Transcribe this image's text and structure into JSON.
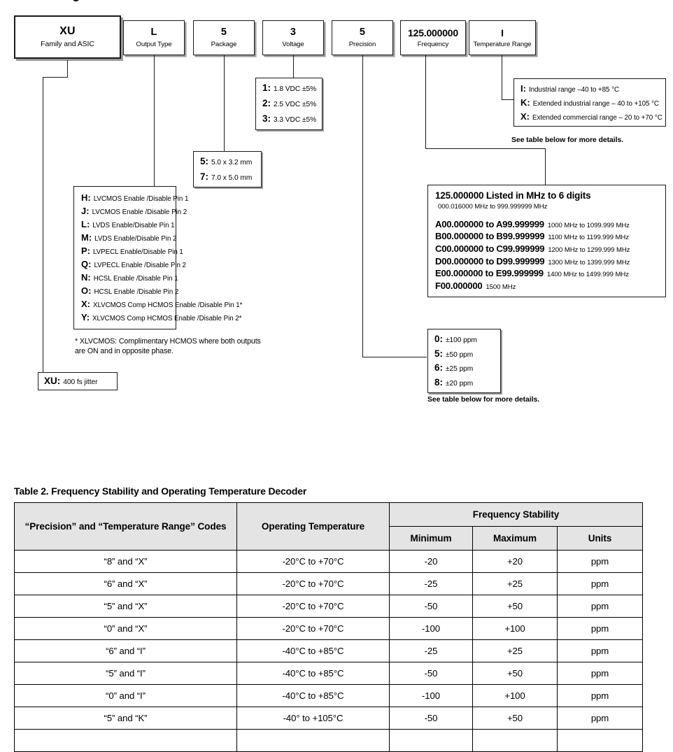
{
  "part_number_boxes": [
    {
      "code": "XU",
      "caption": "Family and ASIC"
    },
    {
      "code": "L",
      "caption": "Output Type"
    },
    {
      "code": "5",
      "caption": "Package"
    },
    {
      "code": "3",
      "caption": "Voltage"
    },
    {
      "code": "5",
      "caption": "Precision"
    },
    {
      "code": "125.000000",
      "caption": "Frequency"
    },
    {
      "code": "I",
      "caption": "Temperature Range"
    }
  ],
  "output_type": {
    "rows": [
      {
        "key": "H:",
        "value": "LVCMOS Enable /Disable Pin 1"
      },
      {
        "key": "J:",
        "value": "LVCMOS Enable /Disable Pin 2"
      },
      {
        "key": "L:",
        "value": "LVDS Enable/Disable Pin 1"
      },
      {
        "key": "M:",
        "value": "LVDS Enable/Disable Pin 2"
      },
      {
        "key": "P:",
        "value": "LVPECL Enable/Disable Pin 1"
      },
      {
        "key": "Q:",
        "value": "LVPECL Enable /Disable Pin 2"
      },
      {
        "key": "N:",
        "value": "HCSL Enable /Disable Pin 1"
      },
      {
        "key": "O:",
        "value": "HCSL Enable /Disable Pin 2"
      },
      {
        "key": "X:",
        "value": "XLVCMOS Comp HCMOS Enable /Disable Pin 1*"
      },
      {
        "key": "Y:",
        "value": "XLVCMOS Comp HCMOS Enable /Disable Pin 2*"
      }
    ],
    "footnote_line1": "* XLVCMOS: Complimentary HCMOS where both outputs",
    "footnote_line2": "are ON and in opposite phase."
  },
  "package": {
    "rows": [
      {
        "key": "5:",
        "value": "5.0 x 3.2 mm"
      },
      {
        "key": "7:",
        "value": "7.0 x 5.0 mm"
      }
    ]
  },
  "voltage": {
    "rows": [
      {
        "key": "1:",
        "value": "1.8 VDC ±5%"
      },
      {
        "key": "2:",
        "value": "2.5 VDC ±5%"
      },
      {
        "key": "3:",
        "value": "3.3 VDC ±5%"
      }
    ]
  },
  "precision": {
    "rows": [
      {
        "key": "0:",
        "value": "±100 ppm"
      },
      {
        "key": "5:",
        "value": "±50 ppm"
      },
      {
        "key": "6:",
        "value": "±25 ppm"
      },
      {
        "key": "8:",
        "value": "±20 ppm"
      }
    ],
    "see_note": "See table below for more details."
  },
  "temperature_range": {
    "rows": [
      {
        "key": "I:",
        "value": "Industrial range –40 to +85 °C"
      },
      {
        "key": "K:",
        "value": "Extended industrial range – 40 to +105 °C"
      },
      {
        "key": "X:",
        "value": "Extended commercial range – 20 to +70 °C"
      }
    ],
    "see_note": "See table below for more details."
  },
  "frequency": {
    "title": "125.000000 Listed in MHz to 6 digits",
    "subtitle": "000.016000 MHz to 999.999999 MHz",
    "rows": [
      {
        "range": "A00.000000 to A99.999999",
        "mhz": "1000 MHz to 1099.999 MHz"
      },
      {
        "range": "B00.000000 to B99.999999",
        "mhz": "1100 MHz to 1199.999 MHz"
      },
      {
        "range": "C00.000000 to C99.999999",
        "mhz": "1200 MHz to 1299.999 MHz"
      },
      {
        "range": "D00.000000 to D99.999999",
        "mhz": "1300 MHz to 1399.999 MHz"
      },
      {
        "range": "E00.000000 to E99.999999",
        "mhz": "1400 MHz to 1499.999 MHz"
      },
      {
        "range": "F00.000000",
        "mhz": "1500 MHz"
      }
    ]
  },
  "family": {
    "rows": [
      {
        "key": "XU:",
        "value": "400 fs jitter"
      }
    ]
  },
  "table": {
    "title": "Table 2.  Frequency Stability and Operating Temperature Decoder",
    "group_header": "Frequency Stability",
    "headers": {
      "codes": "“Precision” and “Temperature Range” Codes",
      "operating_temperature": "Operating Temperature",
      "minimum": "Minimum",
      "maximum": "Maximum",
      "units": "Units"
    },
    "rows": [
      {
        "codes": "“8” and “X”",
        "temp": "-20°C to +70°C",
        "min": "-20",
        "max": "+20",
        "units": "ppm"
      },
      {
        "codes": "“6” and “X”",
        "temp": "-20°C to +70°C",
        "min": "-25",
        "max": "+25",
        "units": "ppm"
      },
      {
        "codes": "“5” and “X”",
        "temp": "-20°C to +70°C",
        "min": "-50",
        "max": "+50",
        "units": "ppm"
      },
      {
        "codes": "“0” and “X”",
        "temp": "-20°C to +70°C",
        "min": "-100",
        "max": "+100",
        "units": "ppm"
      },
      {
        "codes": "“6” and “I”",
        "temp": "-40°C to +85°C",
        "min": "-25",
        "max": "+25",
        "units": "ppm"
      },
      {
        "codes": "“5” and “I”",
        "temp": "-40°C to +85°C",
        "min": "-50",
        "max": "+50",
        "units": "ppm"
      },
      {
        "codes": "“0” and “I”",
        "temp": "-40°C to +85°C",
        "min": "-100",
        "max": "+100",
        "units": "ppm"
      },
      {
        "codes": "“5” and “K”",
        "temp": "-40° to +105°C",
        "min": "-50",
        "max": "+50",
        "units": "ppm"
      }
    ]
  },
  "colors": {
    "line": "#1a1a1a",
    "shadow": "#9a9a9a",
    "header_fill": "#e4e4e4"
  }
}
